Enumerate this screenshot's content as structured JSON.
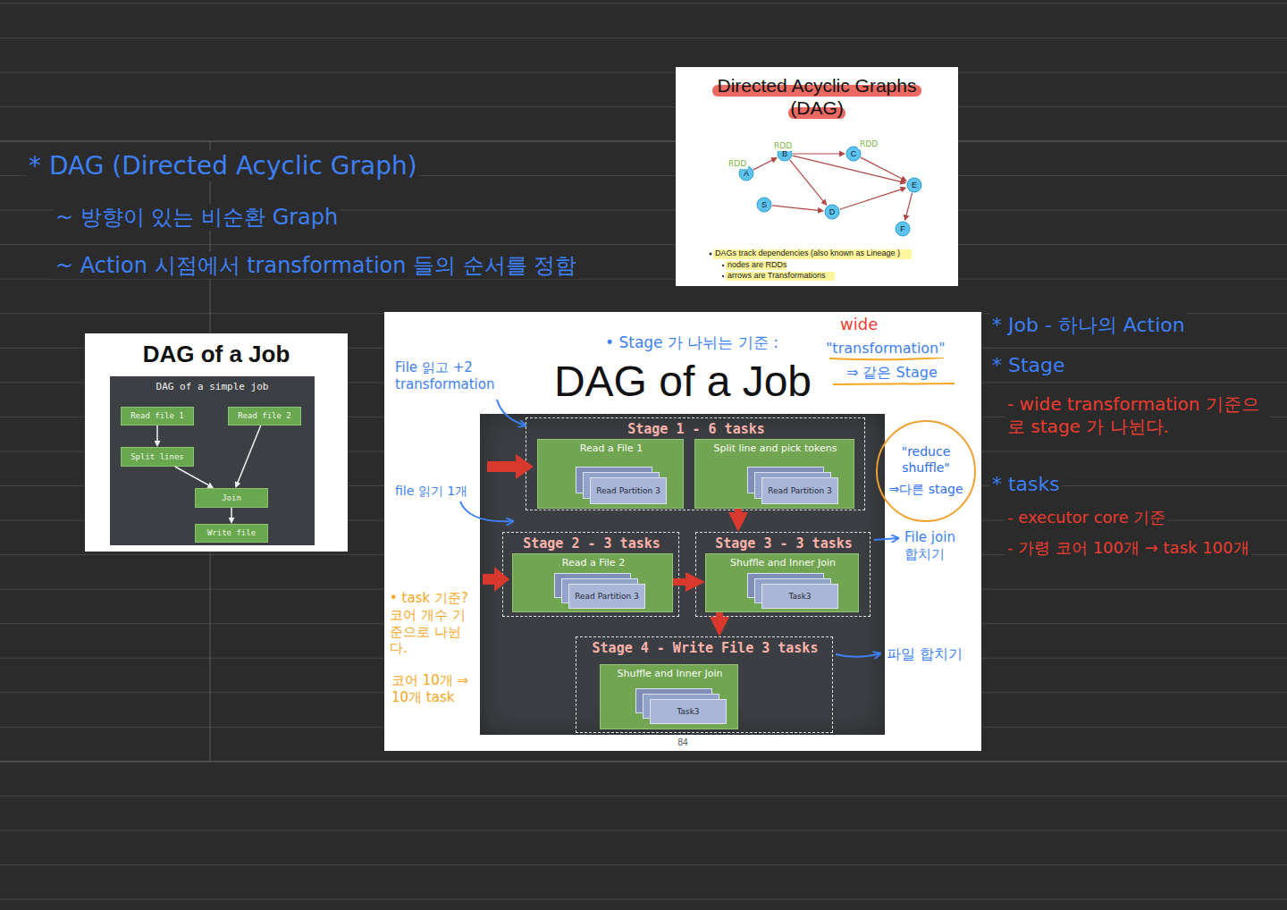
{
  "diagram": {
    "nodes": [
      {
        "text": [
          "Directed Acyclic Graphs (DAG)",
          "DAGs track dependencies (also known as Lineage )",
          "nodes are RDDs",
          "arrows are Transformations"
        ]
      },
      {
        "text": [
          "A"
        ],
        "in": 0
      },
      {
        "text": [
          "B"
        ],
        "in": 0
      },
      {
        "text": [
          "C"
        ],
        "in": 0
      },
      {
        "text": [
          "S"
        ],
        "in": 0
      },
      {
        "text": [
          "D"
        ],
        "in": 0
      },
      {
        "text": [
          "E"
        ],
        "in": 0
      },
      {
        "text": [
          "F"
        ],
        "in": 0
      },
      {
        "text": [
          "DAG of a Job"
        ]
      },
      {
        "text": [
          "DAG of a simple job"
        ],
        "in": 8
      },
      {
        "text": [
          "Read file 1"
        ],
        "in": 9
      },
      {
        "text": [
          "Read file 2"
        ],
        "in": 9
      },
      {
        "text": [
          "Split lines"
        ],
        "in": 9
      },
      {
        "text": [
          "Join"
        ],
        "in": 9
      },
      {
        "text": [
          "Write file"
        ],
        "in": 9
      },
      {
        "text": [
          "DAG of a Job",
          "84"
        ]
      },
      {
        "text": [
          "Stage 1 - 6 tasks"
        ],
        "in": 15
      },
      {
        "text": [
          "Read a File 1"
        ],
        "in": 16
      },
      {
        "text": [
          "Read Partition 3"
        ],
        "in": 17
      },
      {
        "text": [
          "Split line and pick tokens"
        ],
        "in": 16
      },
      {
        "text": [
          "Read Partition 3"
        ],
        "in": 19
      },
      {
        "text": [
          "\"reduce shuffle\"",
          "⇒다른 stage"
        ],
        "in": 15
      },
      {
        "text": [
          "Stage 2 - 3 tasks"
        ],
        "in": 15
      },
      {
        "text": [
          "Read a File 2"
        ],
        "in": 22
      },
      {
        "text": [
          "Read Partition 3"
        ],
        "in": 23
      },
      {
        "text": [
          "Stage 3 - 3 tasks"
        ],
        "in": 15
      },
      {
        "text": [
          "Shuffle and Inner Join"
        ],
        "in": 25
      },
      {
        "text": [
          "Task3"
        ],
        "in": 26
      },
      {
        "text": [
          "Stage 4 - Write File 3 tasks"
        ],
        "in": 15
      },
      {
        "text": [
          "Shuffle and Inner Join"
        ],
        "in": 28
      },
      {
        "text": [
          "Task3"
        ],
        "in": 29
      }
    ],
    "edges": [
      {
        "from": 1,
        "to": 2,
        "arrow": "to"
      },
      {
        "from": 2,
        "to": 3,
        "arrow": "to"
      },
      {
        "from": 2,
        "to": 5,
        "arrow": "to"
      },
      {
        "from": 2,
        "to": 6,
        "arrow": "to"
      },
      {
        "from": 3,
        "to": 6,
        "arrow": "to"
      },
      {
        "from": 4,
        "to": 5,
        "arrow": "to"
      },
      {
        "from": 5,
        "to": 6,
        "arrow": "to"
      },
      {
        "from": 6,
        "to": 7,
        "arrow": "to"
      },
      {
        "from": 10,
        "to": 12,
        "arrow": "to"
      },
      {
        "from": 12,
        "to": 13,
        "arrow": "to"
      },
      {
        "from": 11,
        "to": 13,
        "arrow": "to"
      },
      {
        "from": 13,
        "to": 14,
        "arrow": "to"
      },
      {
        "from": 19,
        "to": 25,
        "arrow": "to"
      },
      {
        "from": 23,
        "to": 26,
        "arrow": "to"
      },
      {
        "from": 26,
        "to": 28,
        "arrow": "to"
      }
    ],
    "labels": [
      "* DAG (Directed Acyclic Graph)",
      "~ 방향이 있는 비순환 Graph",
      "~ Action 시점에서 transformation 들의 순서를 정함",
      "RDD",
      "RDD",
      "RDD",
      "• Stage 가 나뉘는 기준 :",
      "wide",
      "\"transformation\"",
      "⇒ 같은 Stage",
      "* Job - 하나의 Action",
      "* Stage",
      "- wide transformation 기준으로 stage 가 나뉜다.",
      "* tasks",
      "- executor core 기준",
      "- 가령 코어 100개 → task 100개",
      "File 읽고 +2 transformation",
      "file 읽기 1개",
      "File join 합치기",
      "파일 합치기",
      "• task 기준? 코어 개수 기준으로 나뉜다.",
      "코어 10개 ⇒ 10개 task"
    ]
  }
}
